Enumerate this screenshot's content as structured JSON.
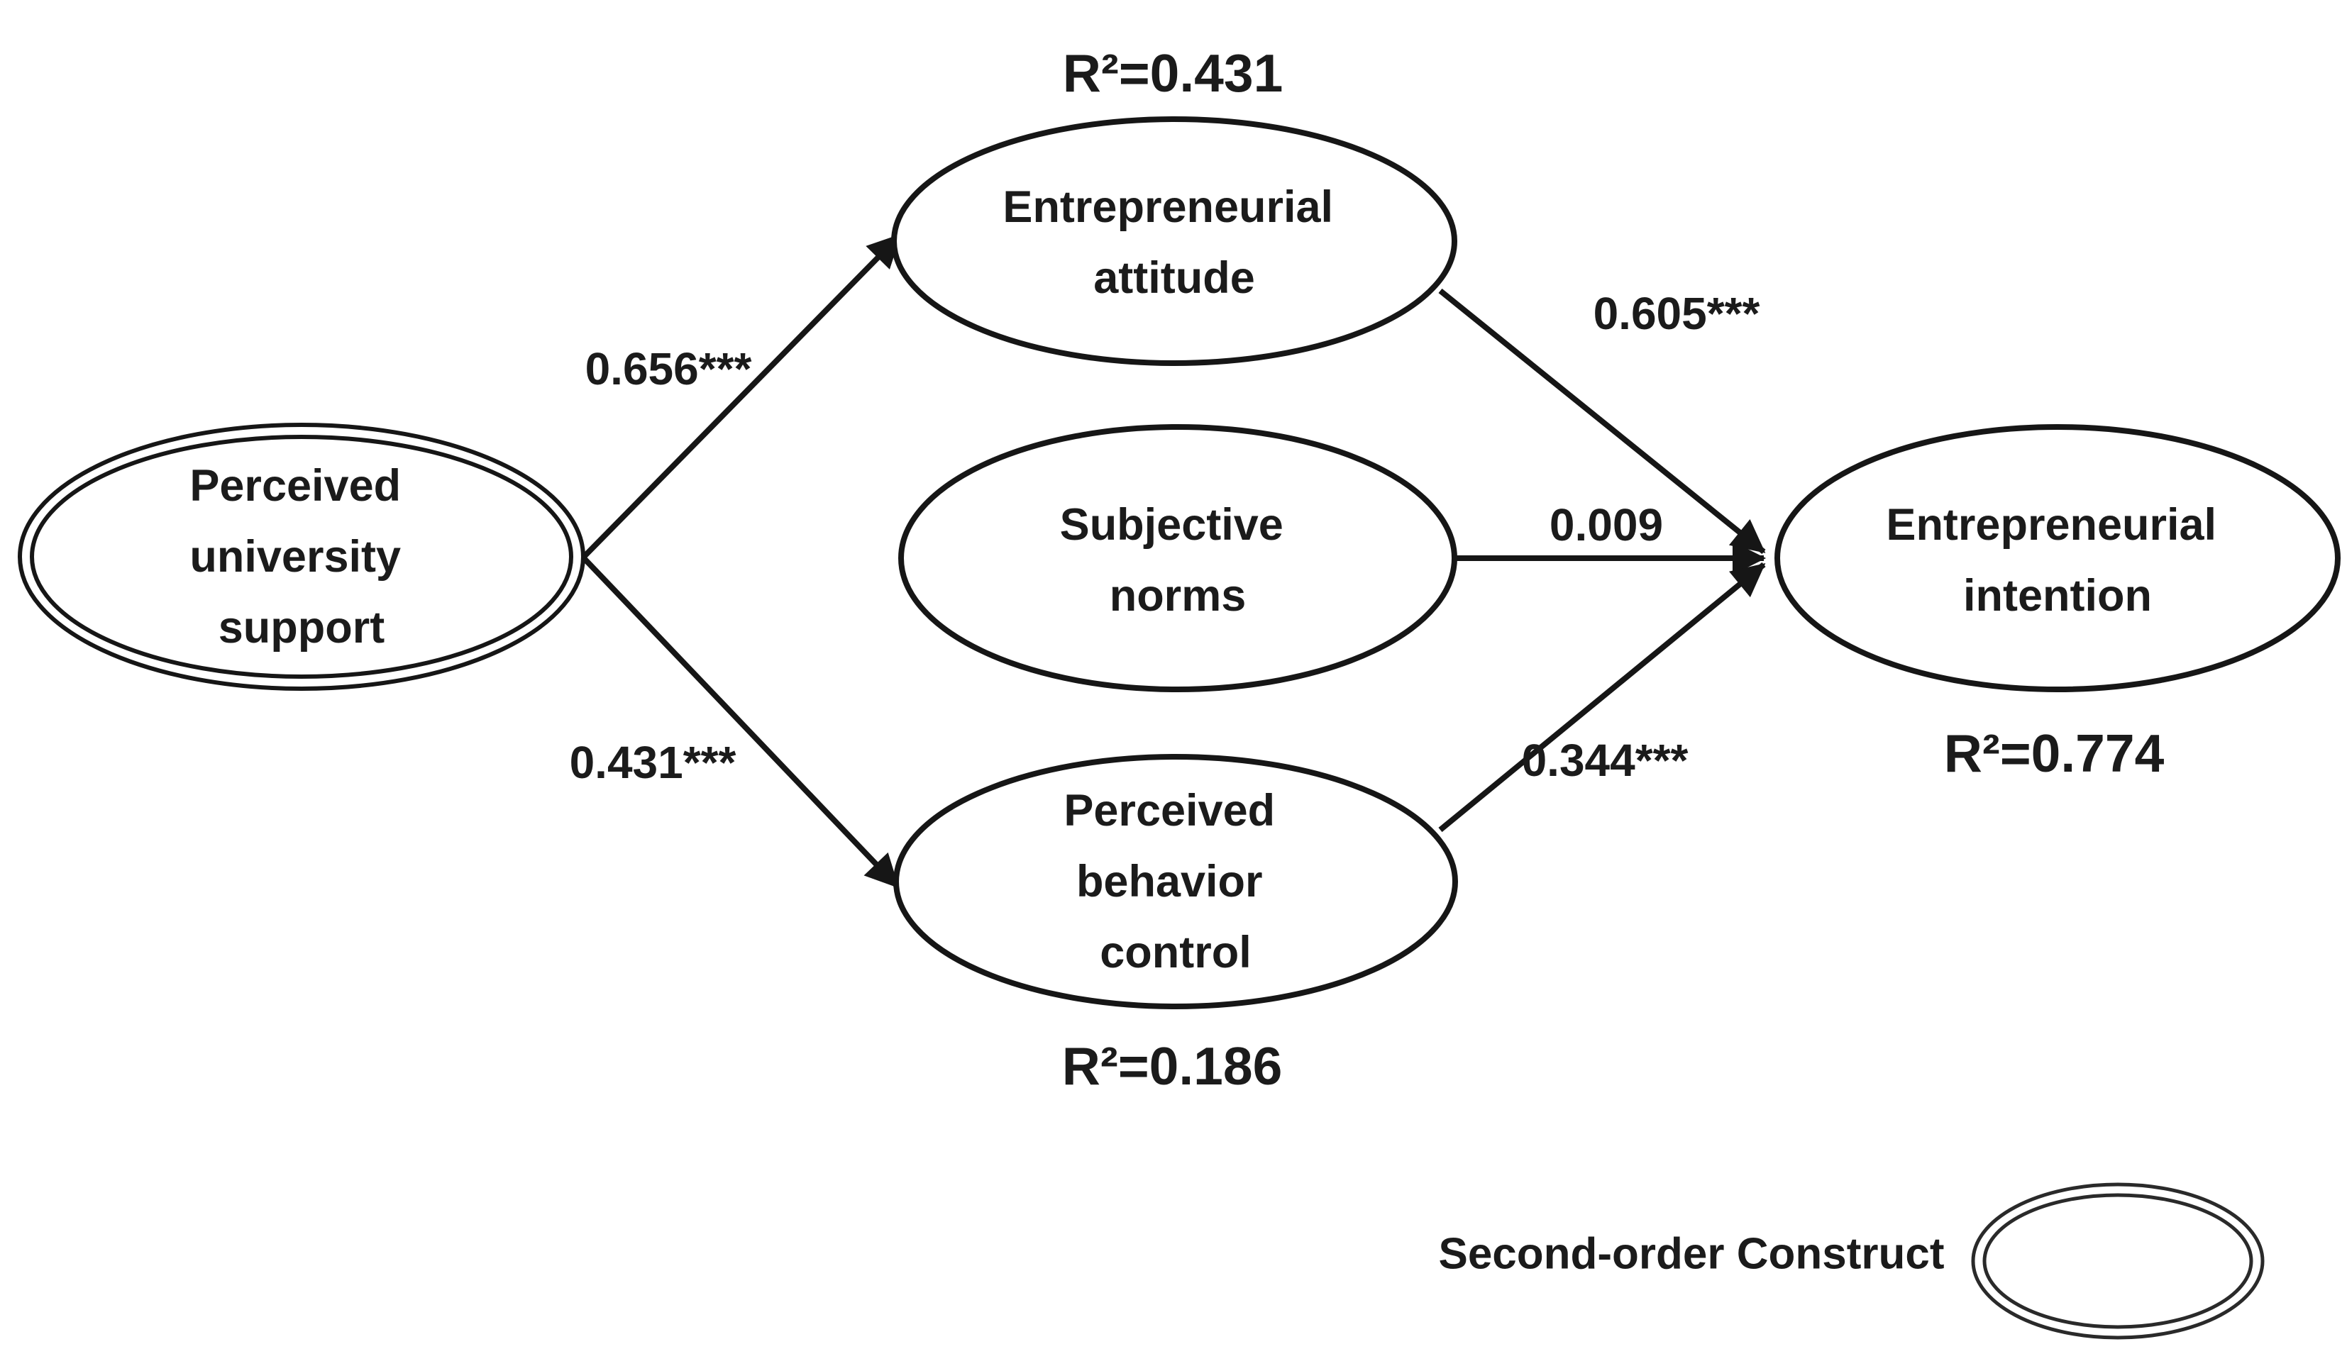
{
  "figure": {
    "type": "structural-equation-model-path-diagram",
    "background": "#ffffff",
    "ink": "#1b1b1b"
  },
  "nodes": {
    "pus": {
      "label": "Perceived university support",
      "lines": [
        "Perceived",
        "university",
        "support"
      ],
      "construct_type": "second-order",
      "r2": ""
    },
    "ea": {
      "label": "Entrepreneurial attitude",
      "lines": [
        "Entrepreneurial",
        "attitude"
      ],
      "construct_type": "first-order",
      "r2": "R²=0.431"
    },
    "sn": {
      "label": "Subjective norms",
      "lines": [
        "Subjective",
        "norms"
      ],
      "construct_type": "first-order",
      "r2": ""
    },
    "pbc": {
      "label": "Perceived behavior control",
      "lines": [
        "Perceived",
        "behavior",
        "control"
      ],
      "construct_type": "first-order",
      "r2": "R²=0.186"
    },
    "ei": {
      "label": "Entrepreneurial intention",
      "lines": [
        "Entrepreneurial",
        "intention"
      ],
      "construct_type": "first-order",
      "r2": "R²=0.774"
    }
  },
  "edges": [
    {
      "from": "Perceived university support",
      "to": "Entrepreneurial attitude",
      "coefficient": "0.656***"
    },
    {
      "from": "Perceived university support",
      "to": "Perceived behavior control",
      "coefficient": "0.431***"
    },
    {
      "from": "Entrepreneurial attitude",
      "to": "Entrepreneurial intention",
      "coefficient": "0.605***"
    },
    {
      "from": "Subjective norms",
      "to": "Entrepreneurial intention",
      "coefficient": "0.009"
    },
    {
      "from": "Perceived behavior control",
      "to": "Entrepreneurial intention",
      "coefficient": "0.344***"
    }
  ],
  "legend": {
    "label": "Second-order Construct",
    "symbol": "double-border-ellipse"
  }
}
